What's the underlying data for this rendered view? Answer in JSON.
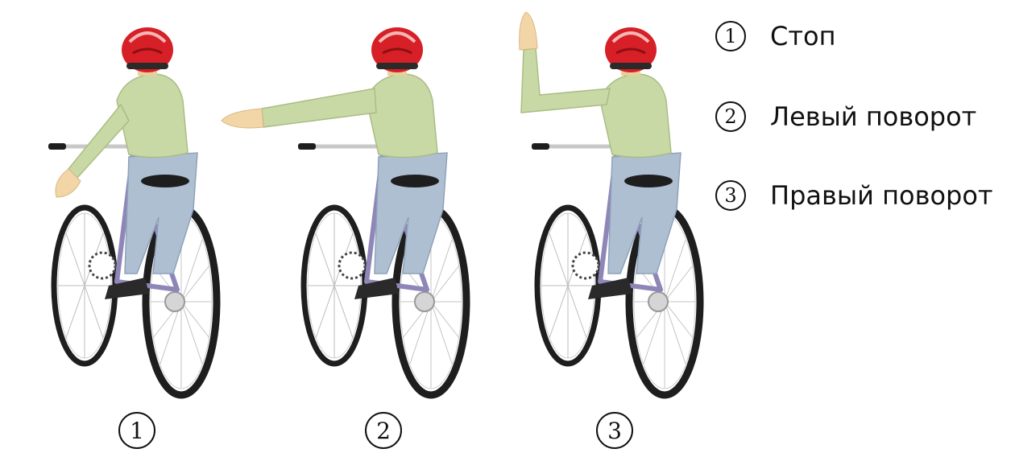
{
  "legend": [
    {
      "num": "1",
      "label": "Стоп"
    },
    {
      "num": "2",
      "label": "Левый поворот"
    },
    {
      "num": "3",
      "label": "Правый поворот"
    }
  ],
  "captions": [
    "1",
    "2",
    "3"
  ],
  "colors": {
    "helmet": "#d61f26",
    "shirt": "#c9d9a6",
    "jeans": "#aebfd2",
    "skin": "#f3d6a8",
    "frame": "#8f86b8",
    "tire": "#1e1e1e"
  }
}
